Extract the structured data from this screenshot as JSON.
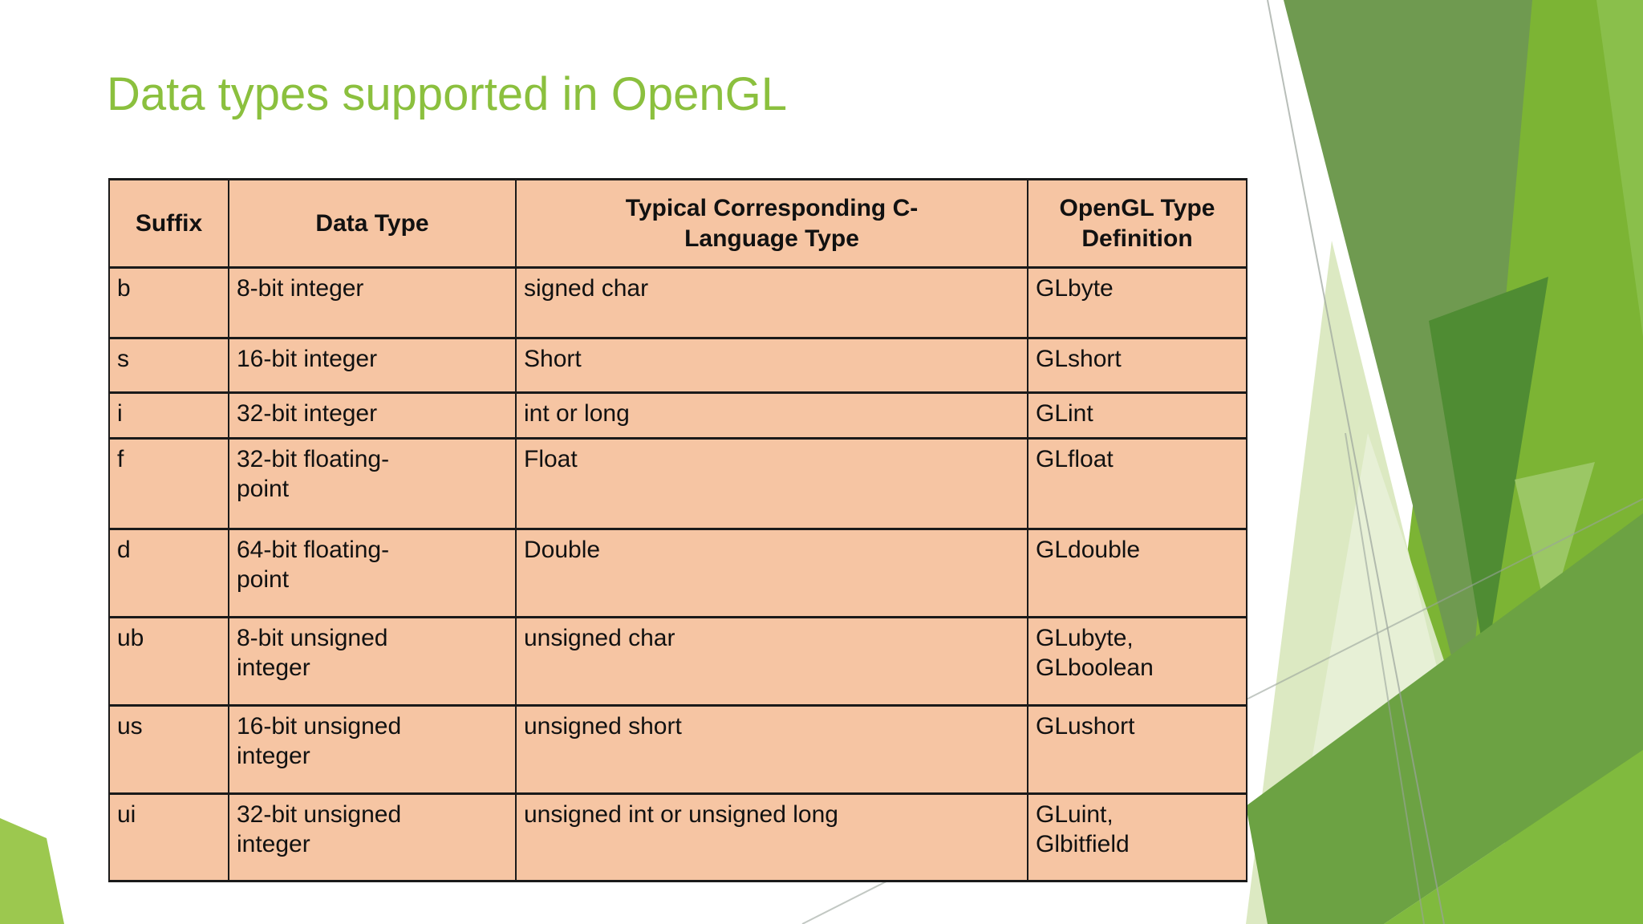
{
  "slide": {
    "title": "Data types supported in OpenGL"
  },
  "table": {
    "headers": [
      "Suffix",
      "Data Type",
      "Typical Corresponding C-\nLanguage Type",
      "OpenGL Type\nDefinition"
    ],
    "rows": [
      [
        "b",
        "8-bit integer",
        "signed char",
        "GLbyte"
      ],
      [
        "s",
        "16-bit integer",
        "Short",
        "GLshort"
      ],
      [
        "i",
        "32-bit integer",
        "int or long",
        "GLint"
      ],
      [
        "f",
        "32-bit floating-\npoint",
        "Float",
        "GLfloat"
      ],
      [
        "d",
        "64-bit floating-\npoint",
        "Double",
        "GLdouble"
      ],
      [
        "ub",
        "8-bit unsigned\ninteger",
        "unsigned char",
        "GLubyte,\nGLboolean"
      ],
      [
        "us",
        "16-bit unsigned\ninteger",
        "unsigned short",
        "GLushort"
      ],
      [
        "ui",
        "32-bit unsigned\ninteger",
        "unsigned int or unsigned long",
        "GLuint,\nGlbitfield"
      ]
    ]
  },
  "colors": {
    "title_green": "#8bc03e",
    "cell_background": "#f6c5a3",
    "table_border": "#1a1a1a",
    "bright_green": "#7cb434",
    "sage_green": "#6f9a50",
    "dark_overlap_green": "#4f8c33",
    "medium_green": "#6ca243",
    "pale_green": "#dce9c2",
    "palest_green": "#e9f1d9",
    "corner_wedge_green": "#9cc84f",
    "accent_line_gray": "#9aa39b"
  }
}
